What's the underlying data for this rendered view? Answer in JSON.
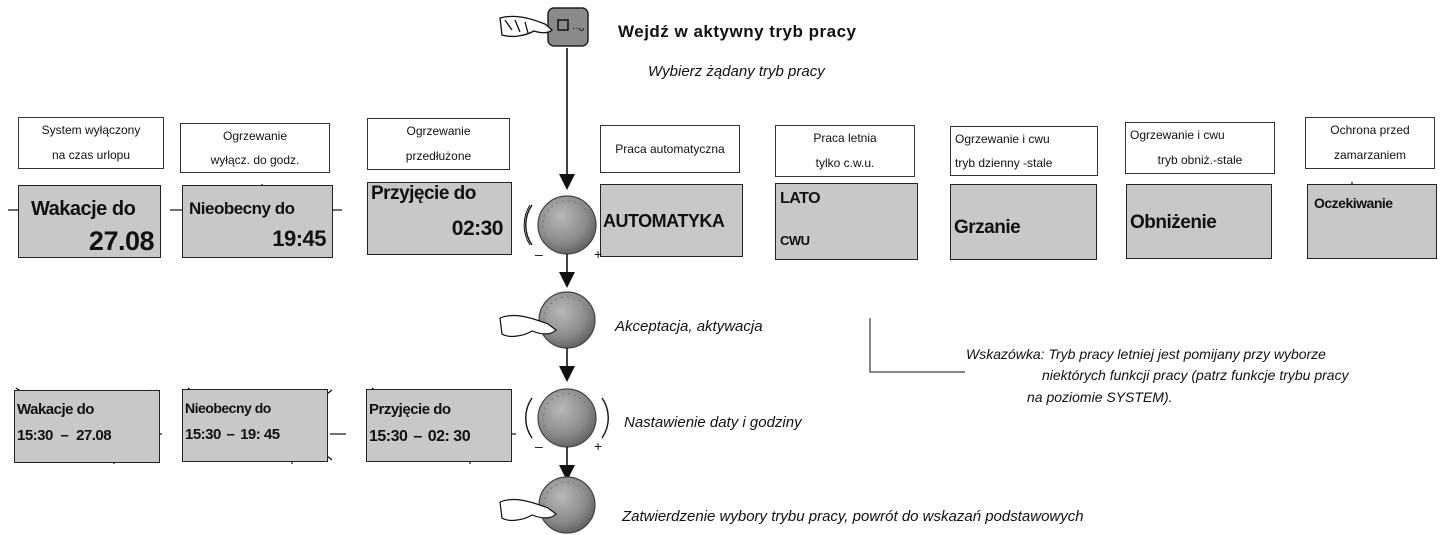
{
  "header": {
    "title": "Wejdź w aktywny tryb pracy",
    "subtitle": "Wybierz żądany tryb pracy"
  },
  "modes": [
    {
      "label_line1": "System wyłączony",
      "label_line2": "na czas urlopu",
      "display_line1": "Wakacje do",
      "display_line2": "27.08"
    },
    {
      "label_line1": "Ogrzewanie",
      "label_line2": "wyłącz. do godz.",
      "display_line1": "Nieobecny do",
      "display_line2": "19:45"
    },
    {
      "label_line1": "Ogrzewanie",
      "label_line2": "przedłużone",
      "display_line1": "Przyjęcie do",
      "display_line2": "02:30"
    },
    {
      "label_line1": "Praca automatyczna",
      "label_line2": "",
      "display_line1": "AUTOMATYKA",
      "display_line2": ""
    },
    {
      "label_line1": "Praca letnia",
      "label_line2": "tylko  c.w.u.",
      "display_line1": "LATO",
      "display_line2": "CWU"
    },
    {
      "label_line1": "Ogrzewanie i  cwu",
      "label_line2": "tryb dzienny -stale",
      "display_line1": "Grzanie",
      "display_line2": ""
    },
    {
      "label_line1": "Ogrzewanie i  cwu",
      "label_line2": "tryb obniż.-stale",
      "display_line1": "Obniżenie",
      "display_line2": ""
    },
    {
      "label_line1": "Ochrona przed",
      "label_line2": "zamarzaniem",
      "display_line1": "Oczekiwanie",
      "display_line2": ""
    }
  ],
  "setting_displays": [
    {
      "line1": "Wakacje do",
      "time": "15:30",
      "dash": "–",
      "value": "27.08"
    },
    {
      "line1": "Nieobecny do",
      "time": "15:30",
      "dash": "–",
      "value": "19: 45"
    },
    {
      "line1": "Przyjęcie do",
      "time": "15:30",
      "dash": "–",
      "value": "02: 30"
    }
  ],
  "steps": {
    "accept": "Akceptacja, aktywacja",
    "set_datetime": "Nastawienie daty i godziny",
    "confirm": "Zatwierdzenie wybory trybu pracy, powrót do wskazań podstawowych"
  },
  "note": {
    "line1": "Wskazówka:  Tryb pracy letniej jest pomijany przy wyborze",
    "line2": "niektórych funkcji pracy (patrz funkcje trybu pracy",
    "line3": "na poziomie SYSTEM)."
  },
  "knob": {
    "minus": "–",
    "plus": "+"
  },
  "colors": {
    "display_bg": "#c8c8c8",
    "knob": "#8c8c8c"
  }
}
